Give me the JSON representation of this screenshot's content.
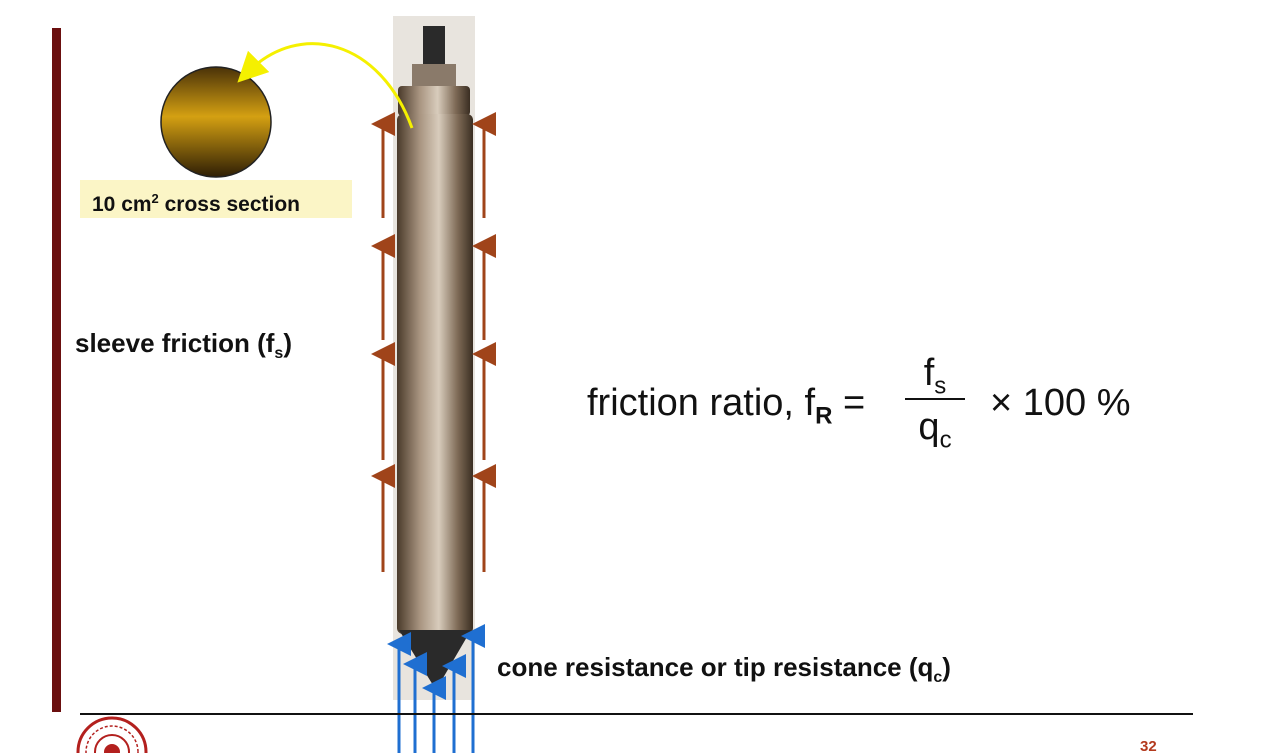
{
  "slide": {
    "cross_section_label": "10 cm",
    "cross_section_sup": "2",
    "cross_section_suffix": " cross section",
    "sleeve_label": "sleeve friction (f",
    "sleeve_sub": "s",
    "sleeve_close": ")",
    "cone_label": "cone resistance or tip resistance (q",
    "cone_sub": "c",
    "cone_close": ")",
    "formula": {
      "lhs": "friction ratio, f",
      "lhs_sub": "R",
      "equals": " =",
      "num": "f",
      "num_sub": "s",
      "den": "q",
      "den_sub": "c",
      "mult": "× 100 %"
    },
    "page_number": "32"
  },
  "colors": {
    "accent_bar": "#6b0f0f",
    "friction_arrow": "#a0441a",
    "tip_arrow": "#1f6fd1",
    "callout_arrow": "#f5f000",
    "cross_section_fill": "#c9960f",
    "page_number": "#b33a1e"
  },
  "icons": [
    "institute-logo-icon",
    "cone-penetrometer-image"
  ]
}
